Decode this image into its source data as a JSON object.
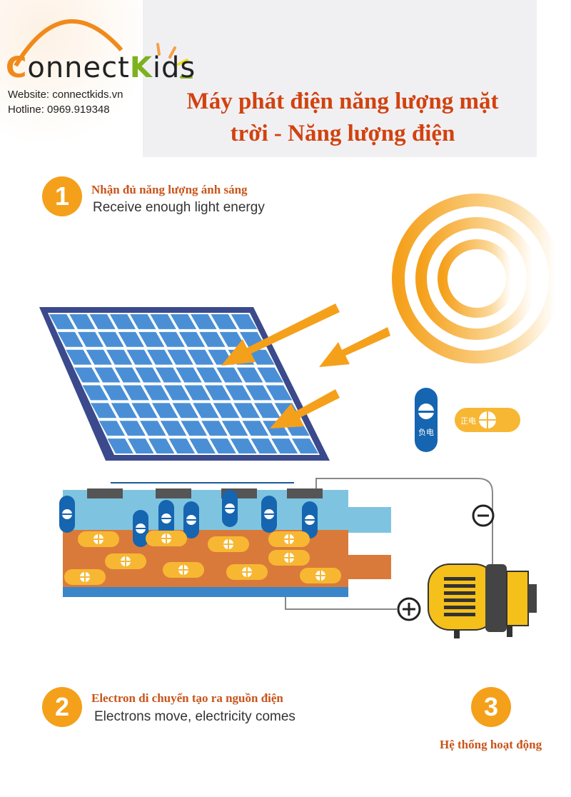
{
  "logo": {
    "text_c": "C",
    "text_mid": "onnect",
    "text_k": "K",
    "text_end": "ids"
  },
  "contact": {
    "website": "Website: connectkids.vn",
    "hotline": "Hotline: 0969.919348"
  },
  "title": {
    "line1": "Máy phát điện năng lượng mặt",
    "line2": "trời - Năng lượng điện"
  },
  "steps": [
    {
      "number": "1",
      "vn": "Nhận đủ năng lượng ánh sáng",
      "en": "Receive enough light energy"
    },
    {
      "number": "2",
      "vn": "Electron di chuyển tạo ra nguồn điện",
      "en": "Electrons move, electricity comes"
    },
    {
      "number": "3",
      "vn": "Hệ thống hoạt động"
    }
  ],
  "legend": {
    "negative": "负电",
    "positive": "正电"
  },
  "colors": {
    "orange": "#f5a01a",
    "title_red": "#d2420e",
    "blue": "#1565b0",
    "panel_border": "#3b4a8c"
  }
}
